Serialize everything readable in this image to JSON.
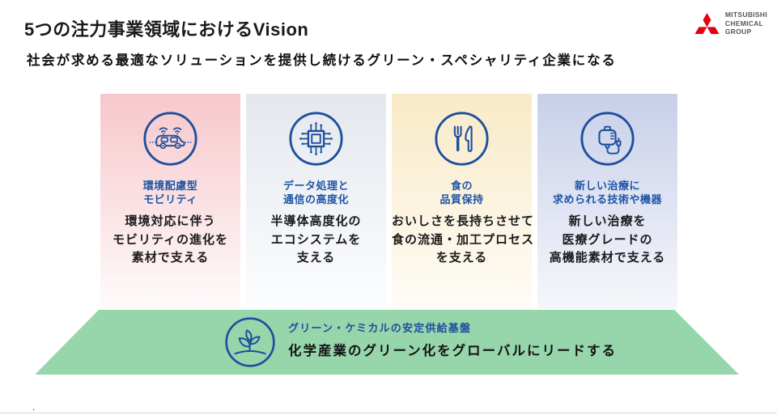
{
  "header": {
    "title": "5つの注力事業領域におけるVision",
    "subtitle": "社会が求める最適なソリューションを提供し続けるグリーン・スペシャリティ企業になる"
  },
  "logo": {
    "mark": "mitsubishi-three-diamonds",
    "lines": [
      "MITSUBISHI",
      "CHEMICAL",
      "GROUP"
    ],
    "mark_color": "#e60012",
    "text_color": "#55565a"
  },
  "colors": {
    "icon_blue": "#1d4f9e",
    "title_blue": "#1d55a6",
    "band_green": "#97d5ab",
    "body_text": "#1b1b1d"
  },
  "columns": [
    {
      "icon": "connected-car-icon",
      "title_lines": [
        "環境配慮型",
        "モビリティ"
      ],
      "body_lines": [
        "環境対応に伴う",
        "モビリティの進化を",
        "素材で支える"
      ],
      "bg_top": "#f7c7cb",
      "bg_bottom": "#fefbfb"
    },
    {
      "icon": "semiconductor-chip-icon",
      "title_lines": [
        "データ処理と",
        "通信の高度化"
      ],
      "body_lines": [
        "半導体高度化の",
        "エコシステムを",
        "支える"
      ],
      "bg_top": "#e4e8ee",
      "bg_bottom": "#fcfdfe"
    },
    {
      "icon": "fork-knife-icon",
      "title_lines": [
        "食の",
        "品質保持"
      ],
      "body_lines": [
        "おいしさを長持ちさせて",
        "食の流通・加工プロセス",
        "を支える"
      ],
      "bg_top": "#f9eac7",
      "bg_bottom": "#fefcf6"
    },
    {
      "icon": "iv-drip-icon",
      "title_lines": [
        "新しい治療に",
        "求められる技術や機器"
      ],
      "body_lines": [
        "新しい治療を",
        "医療グレードの",
        "高機能素材で支える"
      ],
      "bg_top": "#c8cfe9",
      "bg_bottom": "#f6f7fb"
    }
  ],
  "foundation": {
    "icon": "sprout-icon",
    "label": "グリーン・ケミカルの安定供給基盤",
    "body": "化学産業のグリーン化をグローバルにリードする",
    "band_color": "#97d5ab"
  },
  "footnote": "."
}
